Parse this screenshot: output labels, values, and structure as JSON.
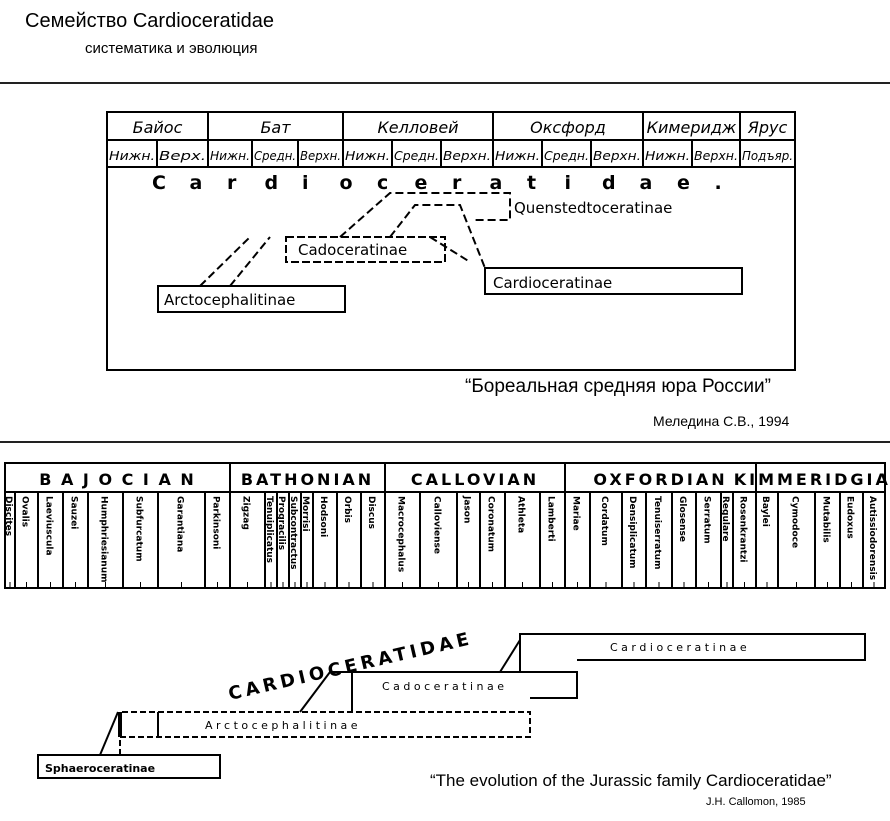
{
  "header": {
    "title": "Семейство Cardioceratidae",
    "subtitle": "систематика и эволюция"
  },
  "top_chart": {
    "stages": [
      "Байос",
      "Бат",
      "Келловей",
      "Оксфорд",
      "Кимеридж",
      "Ярус"
    ],
    "substages": [
      "Нижн.",
      "Верх.",
      "Нижн.",
      "Средн.",
      "Верхн.",
      "Нижн.",
      "Средн.",
      "Верхн.",
      "Нижн.",
      "Средн.",
      "Верхн.",
      "Нижн.",
      "Верхн.",
      "Подъяр."
    ],
    "family_label": [
      "C",
      "a",
      "r",
      "d",
      "i",
      "o",
      "c",
      "e",
      "r",
      "a",
      "t",
      "i",
      "d",
      "a",
      "e",
      "."
    ],
    "subfamilies": {
      "arcto": "Arctocephalitinae",
      "cado": "Cadoceratinae",
      "quen": "Quenstedtoceratinae",
      "cardio": "Cardioceratinae"
    },
    "quote": "“Бореальная средняя юра России”",
    "author": "Меледина С.В., 1994"
  },
  "bottom_chart": {
    "stages": [
      "B A J O C I A N",
      "BATHONIAN",
      "CALLOVIAN",
      "OXFORDIAN",
      "KIMMERIDGIAN"
    ],
    "zones": [
      "Discites",
      "Ovalis",
      "Laeviuscula",
      "Sauzei",
      "Humphriesianum",
      "Subfurcatum",
      "Garantiana",
      "Parkinsoni",
      "Zigzag",
      "Tenuiplicatus",
      "Progracilis",
      "Subcontractus",
      "Morrisi",
      "Hodsoni",
      "Orbis",
      "Discus",
      "Macrocephalus",
      "Calloviense",
      "Jason",
      "Coronatum",
      "Athleta",
      "Lamberti",
      "Mariae",
      "Cordatum",
      "Densiplicatum",
      "Tenuiserratum",
      "Glosense",
      "Serratum",
      "Regulare",
      "Rosenkrantzi",
      "Baylei",
      "Cymodoce",
      "Mutabilis",
      "Eudoxus",
      "Autissiodorensis"
    ],
    "family_label": "CARDIOCERATIDAE",
    "subfamilies": {
      "sphaero": "Sphaeroceratinae",
      "arcto": "A r c t o c e p h a l i t i n a e",
      "cado": "C a d o c e r a t i n a e",
      "cardio": "C a r d i o c e r a t i n a e"
    },
    "quote": "“The evolution of the Jurassic family Cardioceratidae”",
    "author": "J.H. Callomon, 1985"
  }
}
